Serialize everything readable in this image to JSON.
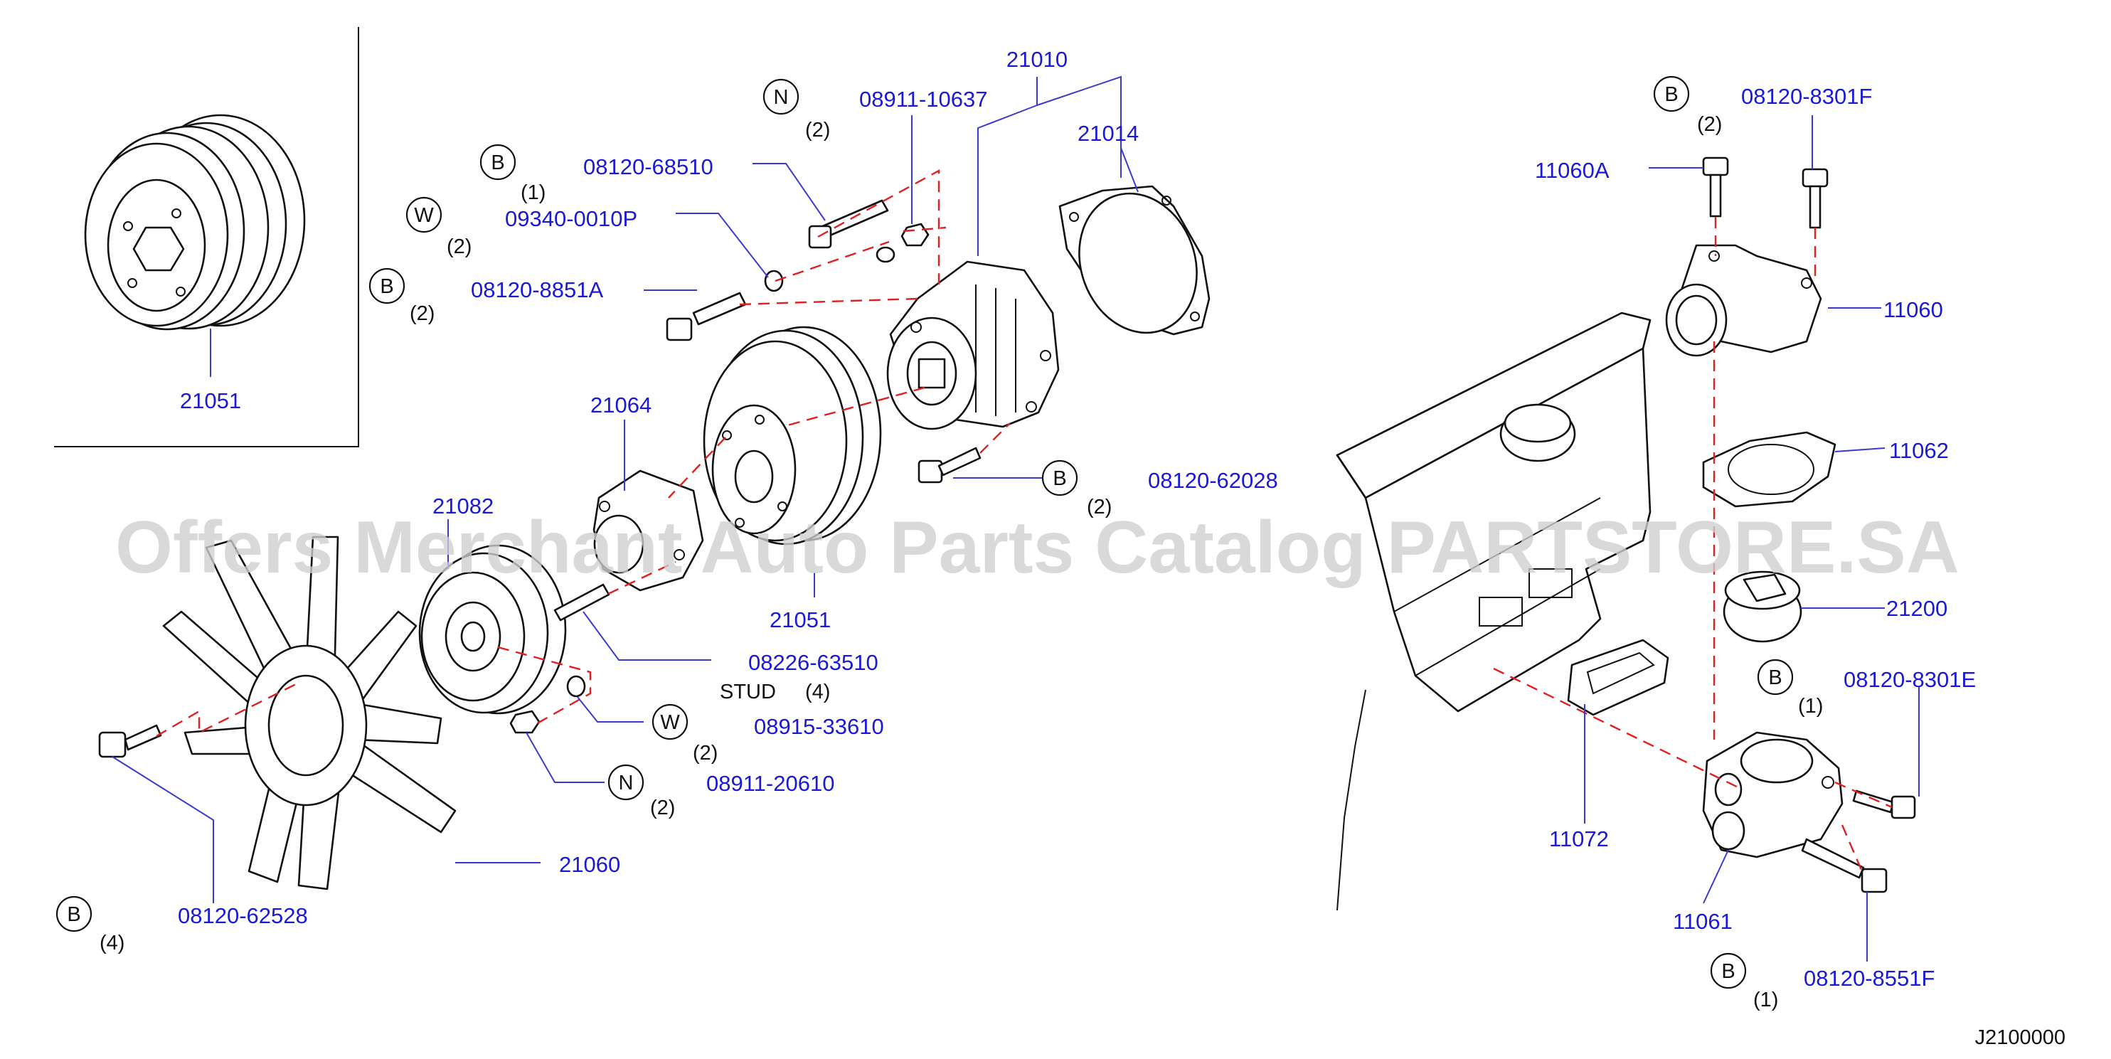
{
  "watermark": "Offers Merchant Auto Parts Catalog PARTSTORE.SA",
  "diagram_id": "J2100000",
  "colors": {
    "part_number": "#1a1ad6",
    "leader": "#3a3ad0",
    "dashed_axis": "#e02020"
  },
  "callouts": {
    "p21051_inset": "21051",
    "p21010": "21010",
    "p08911_10637": "08911-10637",
    "p21014": "21014",
    "p08120_68510": "08120-68510",
    "p09340_0010P": "09340-0010P",
    "p08120_8851A": "08120-8851A",
    "p21064": "21064",
    "p08120_62028": "08120-62028",
    "p21082": "21082",
    "p21051": "21051",
    "p08226_63510": "08226-63510",
    "p08915_33610": "08915-33610",
    "p08911_20610": "08911-20610",
    "p21060": "21060",
    "p08120_62528": "08120-62528",
    "p08120_8301F": "08120-8301F",
    "p11060A": "11060A",
    "p11060": "11060",
    "p11062": "11062",
    "p21200": "21200",
    "p08120_8301E": "08120-8301E",
    "p11072": "11072",
    "p11061": "11061",
    "p08120_8551F": "08120-8551F"
  },
  "stud_label": "STUD",
  "symbols": {
    "N": "N",
    "B": "B",
    "W": "W"
  },
  "quantities": {
    "q1": "(1)",
    "q2": "(2)",
    "q4": "(4)"
  }
}
